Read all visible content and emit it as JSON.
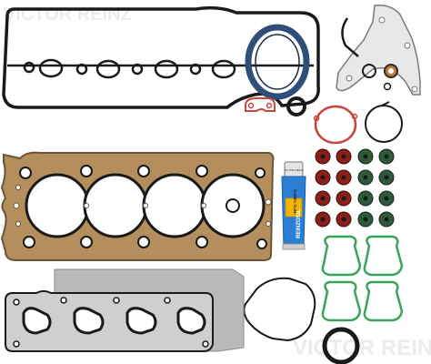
{
  "watermark": {
    "brand": "VICTOR REINZ"
  },
  "sealant_tube": {
    "cap_label": "VICTOR REINZ",
    "body_label": "REINZOSIL",
    "badge_text": "-50°C +300°C"
  },
  "colors": {
    "gasket_black": "#1a1a1a",
    "head_gasket_tan": "#b58e5e",
    "head_gasket_dark": "#6b5436",
    "crankshaft_seal_blue": "#2f4f7a",
    "seal_red": "#c9453a",
    "valve_seal_red": "#8c1f1a",
    "valve_seal_green": "#2e5a3a",
    "tube_blue": "#2a7fd4",
    "tube_badge": "#f4b400",
    "intake_gasket_green": "#3aa45a",
    "exhaust_gasket_gray": "#b9b9b9",
    "oring_gray": "#888888"
  }
}
